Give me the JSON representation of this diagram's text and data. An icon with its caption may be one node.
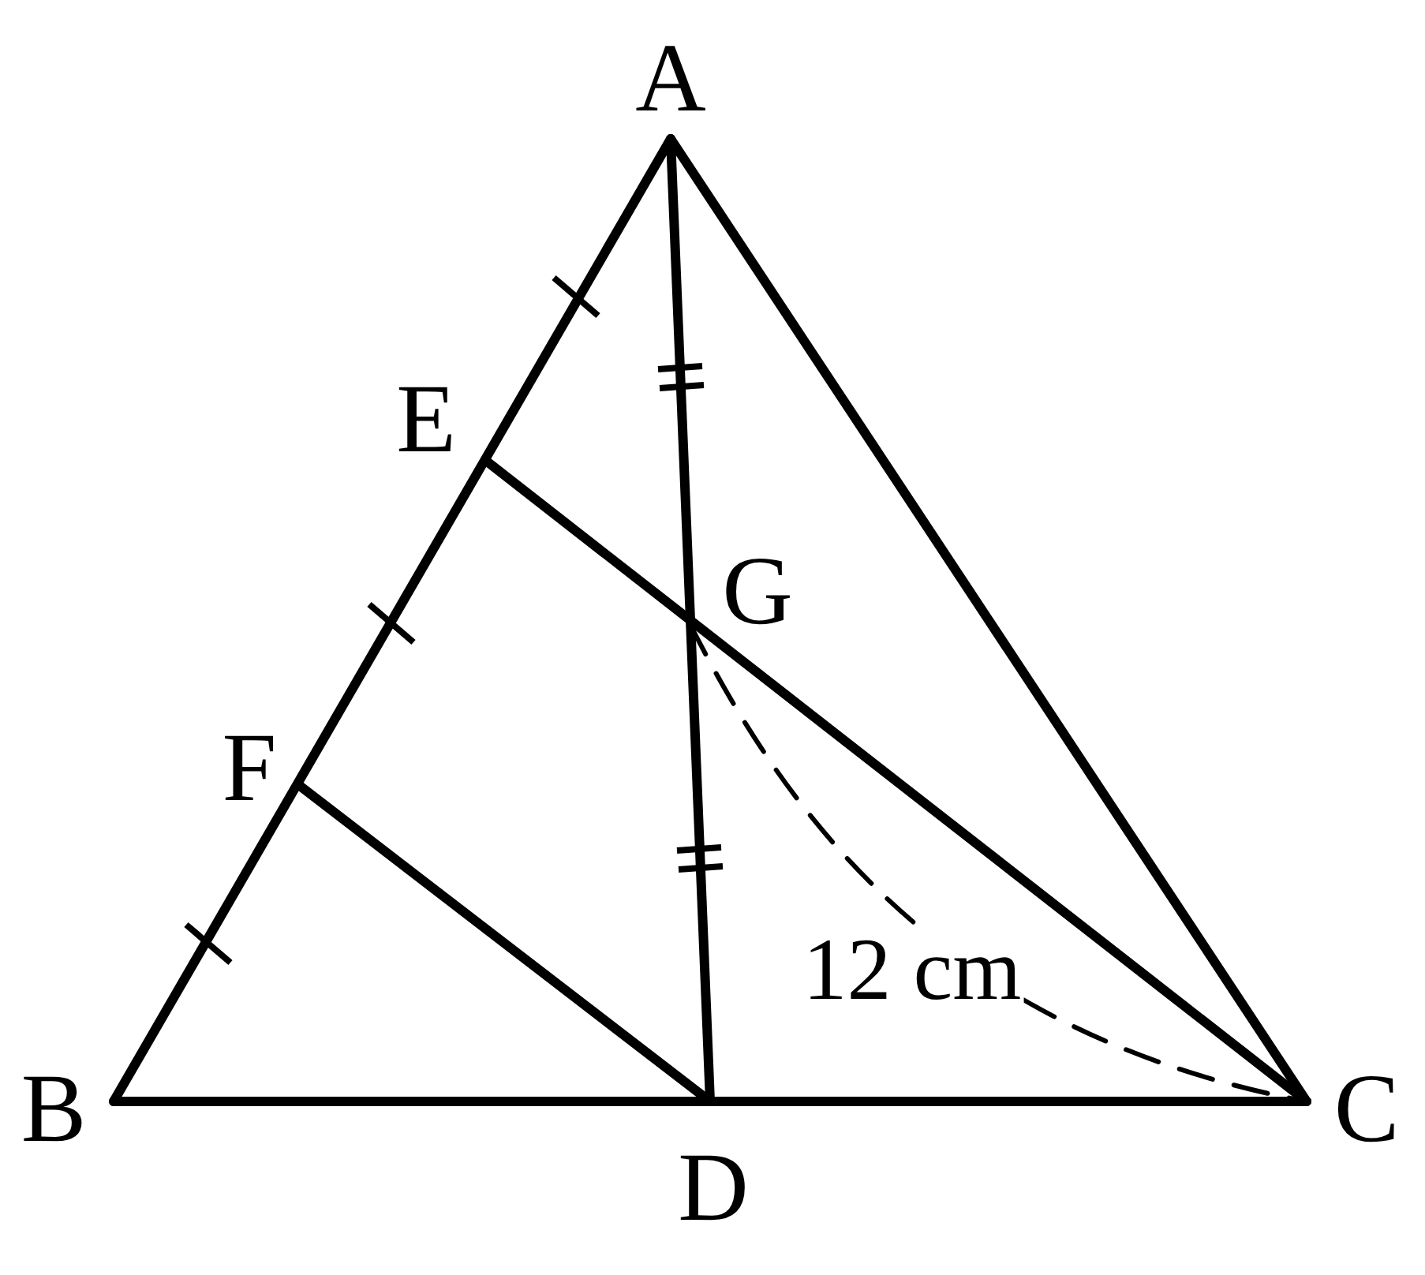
{
  "diagram": {
    "nodes": [
      {
        "text": [
          "A"
        ]
      },
      {
        "text": [
          "B"
        ]
      },
      {
        "text": [
          "C"
        ]
      },
      {
        "text": [
          "D"
        ]
      },
      {
        "text": [
          "E"
        ]
      },
      {
        "text": [
          "F"
        ]
      },
      {
        "text": [
          "G"
        ]
      }
    ],
    "edges": [
      {
        "from": 0,
        "to": 1,
        "arrow": "none"
      },
      {
        "from": 0,
        "to": 2,
        "arrow": "none"
      },
      {
        "from": 1,
        "to": 2,
        "arrow": "none"
      },
      {
        "from": 0,
        "to": 3,
        "arrow": "none"
      },
      {
        "from": 4,
        "to": 2,
        "arrow": "none"
      },
      {
        "from": 5,
        "to": 3,
        "arrow": "none"
      },
      {
        "from": 6,
        "to": 2,
        "arrow": "none",
        "style": "dashed",
        "label": "12 cm"
      }
    ]
  }
}
